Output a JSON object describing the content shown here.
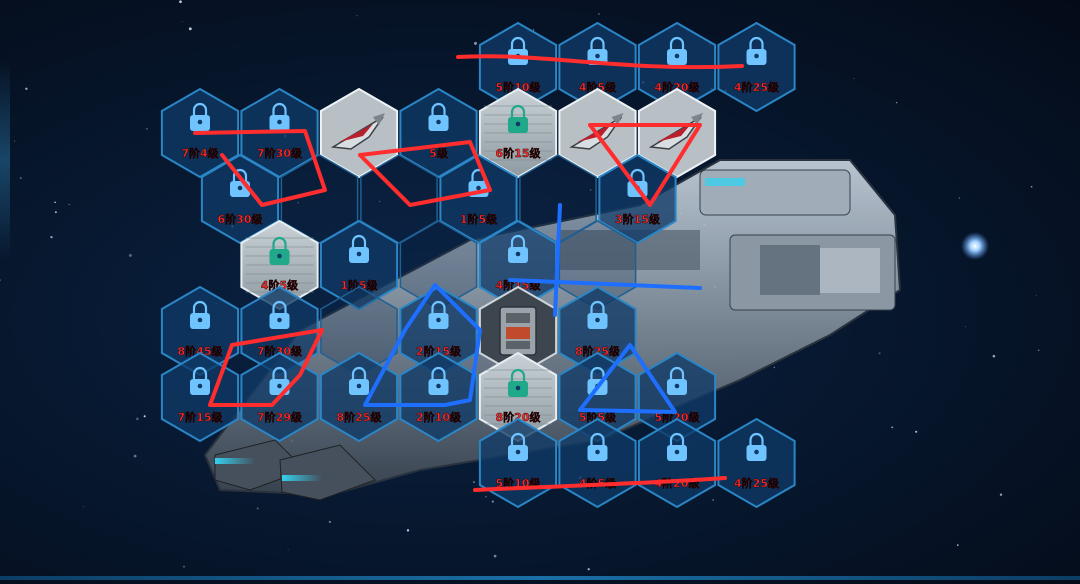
{
  "colors": {
    "locked_cell_fill": "#0f3a66",
    "locked_cell_stroke": "#2a86c7",
    "level_label": "#ff2b2b",
    "red_annotation": "#ff2d2d",
    "blue_annotation": "#1e6fff",
    "empty_cell_stroke": "#1f5f92"
  },
  "grid": {
    "cells": [
      {
        "row": 0,
        "col": 4,
        "type": "locked",
        "label": "5阶10级"
      },
      {
        "row": 0,
        "col": 5,
        "type": "locked",
        "label": "4阶5级"
      },
      {
        "row": 0,
        "col": 6,
        "type": "locked",
        "label": "4阶20级"
      },
      {
        "row": 0,
        "col": 7,
        "type": "locked",
        "label": "4阶25级"
      },
      {
        "row": 1,
        "col": 0,
        "type": "locked",
        "label": "7阶4级"
      },
      {
        "row": 1,
        "col": 1,
        "type": "locked",
        "label": "7阶30级"
      },
      {
        "row": 1,
        "col": 2,
        "type": "ship",
        "label": ""
      },
      {
        "row": 1,
        "col": 3,
        "type": "locked",
        "label": "5级"
      },
      {
        "row": 1,
        "col": 4,
        "type": "unlocked",
        "label": "6阶15级"
      },
      {
        "row": 1,
        "col": 5,
        "type": "ship",
        "label": ""
      },
      {
        "row": 1,
        "col": 6,
        "type": "ship",
        "label": ""
      },
      {
        "row": 2,
        "col": 0,
        "type": "locked",
        "label": "6阶30级"
      },
      {
        "row": 2,
        "col": 1,
        "type": "empty",
        "label": ""
      },
      {
        "row": 2,
        "col": 2,
        "type": "empty",
        "label": ""
      },
      {
        "row": 2,
        "col": 3,
        "type": "locked",
        "label": "1阶5级"
      },
      {
        "row": 2,
        "col": 4,
        "type": "empty",
        "label": ""
      },
      {
        "row": 2,
        "col": 5,
        "type": "locked",
        "label": "3阶15级"
      },
      {
        "row": 3,
        "col": 1,
        "type": "unlocked",
        "label": "4阶5级"
      },
      {
        "row": 3,
        "col": 2,
        "type": "locked",
        "label": "1阶5级"
      },
      {
        "row": 3,
        "col": 3,
        "type": "empty",
        "label": ""
      },
      {
        "row": 3,
        "col": 4,
        "type": "locked",
        "label": "4阶15级"
      },
      {
        "row": 3,
        "col": 5,
        "type": "empty",
        "label": ""
      },
      {
        "row": 4,
        "col": 0,
        "type": "locked",
        "label": "8阶45级"
      },
      {
        "row": 4,
        "col": 1,
        "type": "locked",
        "label": "7阶30级"
      },
      {
        "row": 4,
        "col": 2,
        "type": "empty",
        "label": ""
      },
      {
        "row": 4,
        "col": 3,
        "type": "locked",
        "label": "2阶15级"
      },
      {
        "row": 4,
        "col": 4,
        "type": "equipment",
        "label": ""
      },
      {
        "row": 4,
        "col": 5,
        "type": "locked",
        "label": "8阶25级"
      },
      {
        "row": 5,
        "col": 0,
        "type": "locked",
        "label": "7阶15级"
      },
      {
        "row": 5,
        "col": 1,
        "type": "locked",
        "label": "7阶29级"
      },
      {
        "row": 5,
        "col": 2,
        "type": "locked",
        "label": "8阶25级"
      },
      {
        "row": 5,
        "col": 3,
        "type": "locked",
        "label": "2阶10级"
      },
      {
        "row": 5,
        "col": 4,
        "type": "unlocked",
        "label": "8阶20级"
      },
      {
        "row": 5,
        "col": 5,
        "type": "locked",
        "label": "5阶5级"
      },
      {
        "row": 5,
        "col": 6,
        "type": "locked",
        "label": "5阶20级"
      },
      {
        "row": 6,
        "col": 4,
        "type": "locked",
        "label": "5阶10级"
      },
      {
        "row": 6,
        "col": 5,
        "type": "locked",
        "label": "4阶5级"
      },
      {
        "row": 6,
        "col": 6,
        "type": "locked",
        "label": "4阶20级"
      },
      {
        "row": 6,
        "col": 7,
        "type": "locked",
        "label": "4阶25级"
      }
    ]
  }
}
